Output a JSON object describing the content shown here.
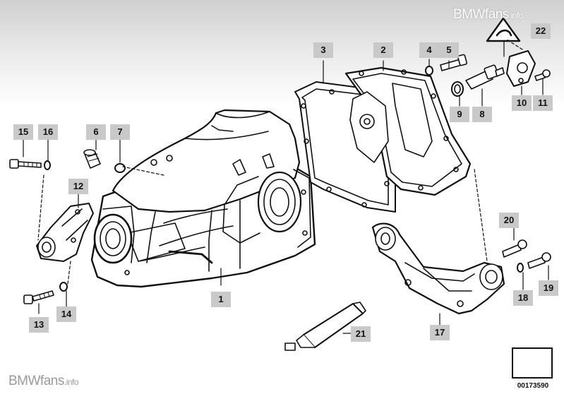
{
  "watermark": {
    "top_main": "BMWfans",
    "top_suffix": ".info",
    "bottom_main": "BMWfans",
    "bottom_suffix": ".info"
  },
  "diagram_number": "00173590",
  "parts": [
    {
      "id": "1",
      "label": "1"
    },
    {
      "id": "2",
      "label": "2"
    },
    {
      "id": "3",
      "label": "3"
    },
    {
      "id": "4",
      "label": "4"
    },
    {
      "id": "5",
      "label": "5"
    },
    {
      "id": "6",
      "label": "6"
    },
    {
      "id": "7",
      "label": "7"
    },
    {
      "id": "8",
      "label": "8"
    },
    {
      "id": "9",
      "label": "9"
    },
    {
      "id": "10",
      "label": "10"
    },
    {
      "id": "11",
      "label": "11"
    },
    {
      "id": "12",
      "label": "12"
    },
    {
      "id": "13",
      "label": "13"
    },
    {
      "id": "14",
      "label": "14"
    },
    {
      "id": "15",
      "label": "15"
    },
    {
      "id": "16",
      "label": "16"
    },
    {
      "id": "17",
      "label": "17"
    },
    {
      "id": "18",
      "label": "18"
    },
    {
      "id": "19",
      "label": "19"
    },
    {
      "id": "20",
      "label": "20"
    },
    {
      "id": "21",
      "label": "21"
    },
    {
      "id": "22",
      "label": "22"
    }
  ],
  "colors": {
    "line": "#111111",
    "tag_bg": "#c9c9c9",
    "body_fill": "#ffffff"
  }
}
